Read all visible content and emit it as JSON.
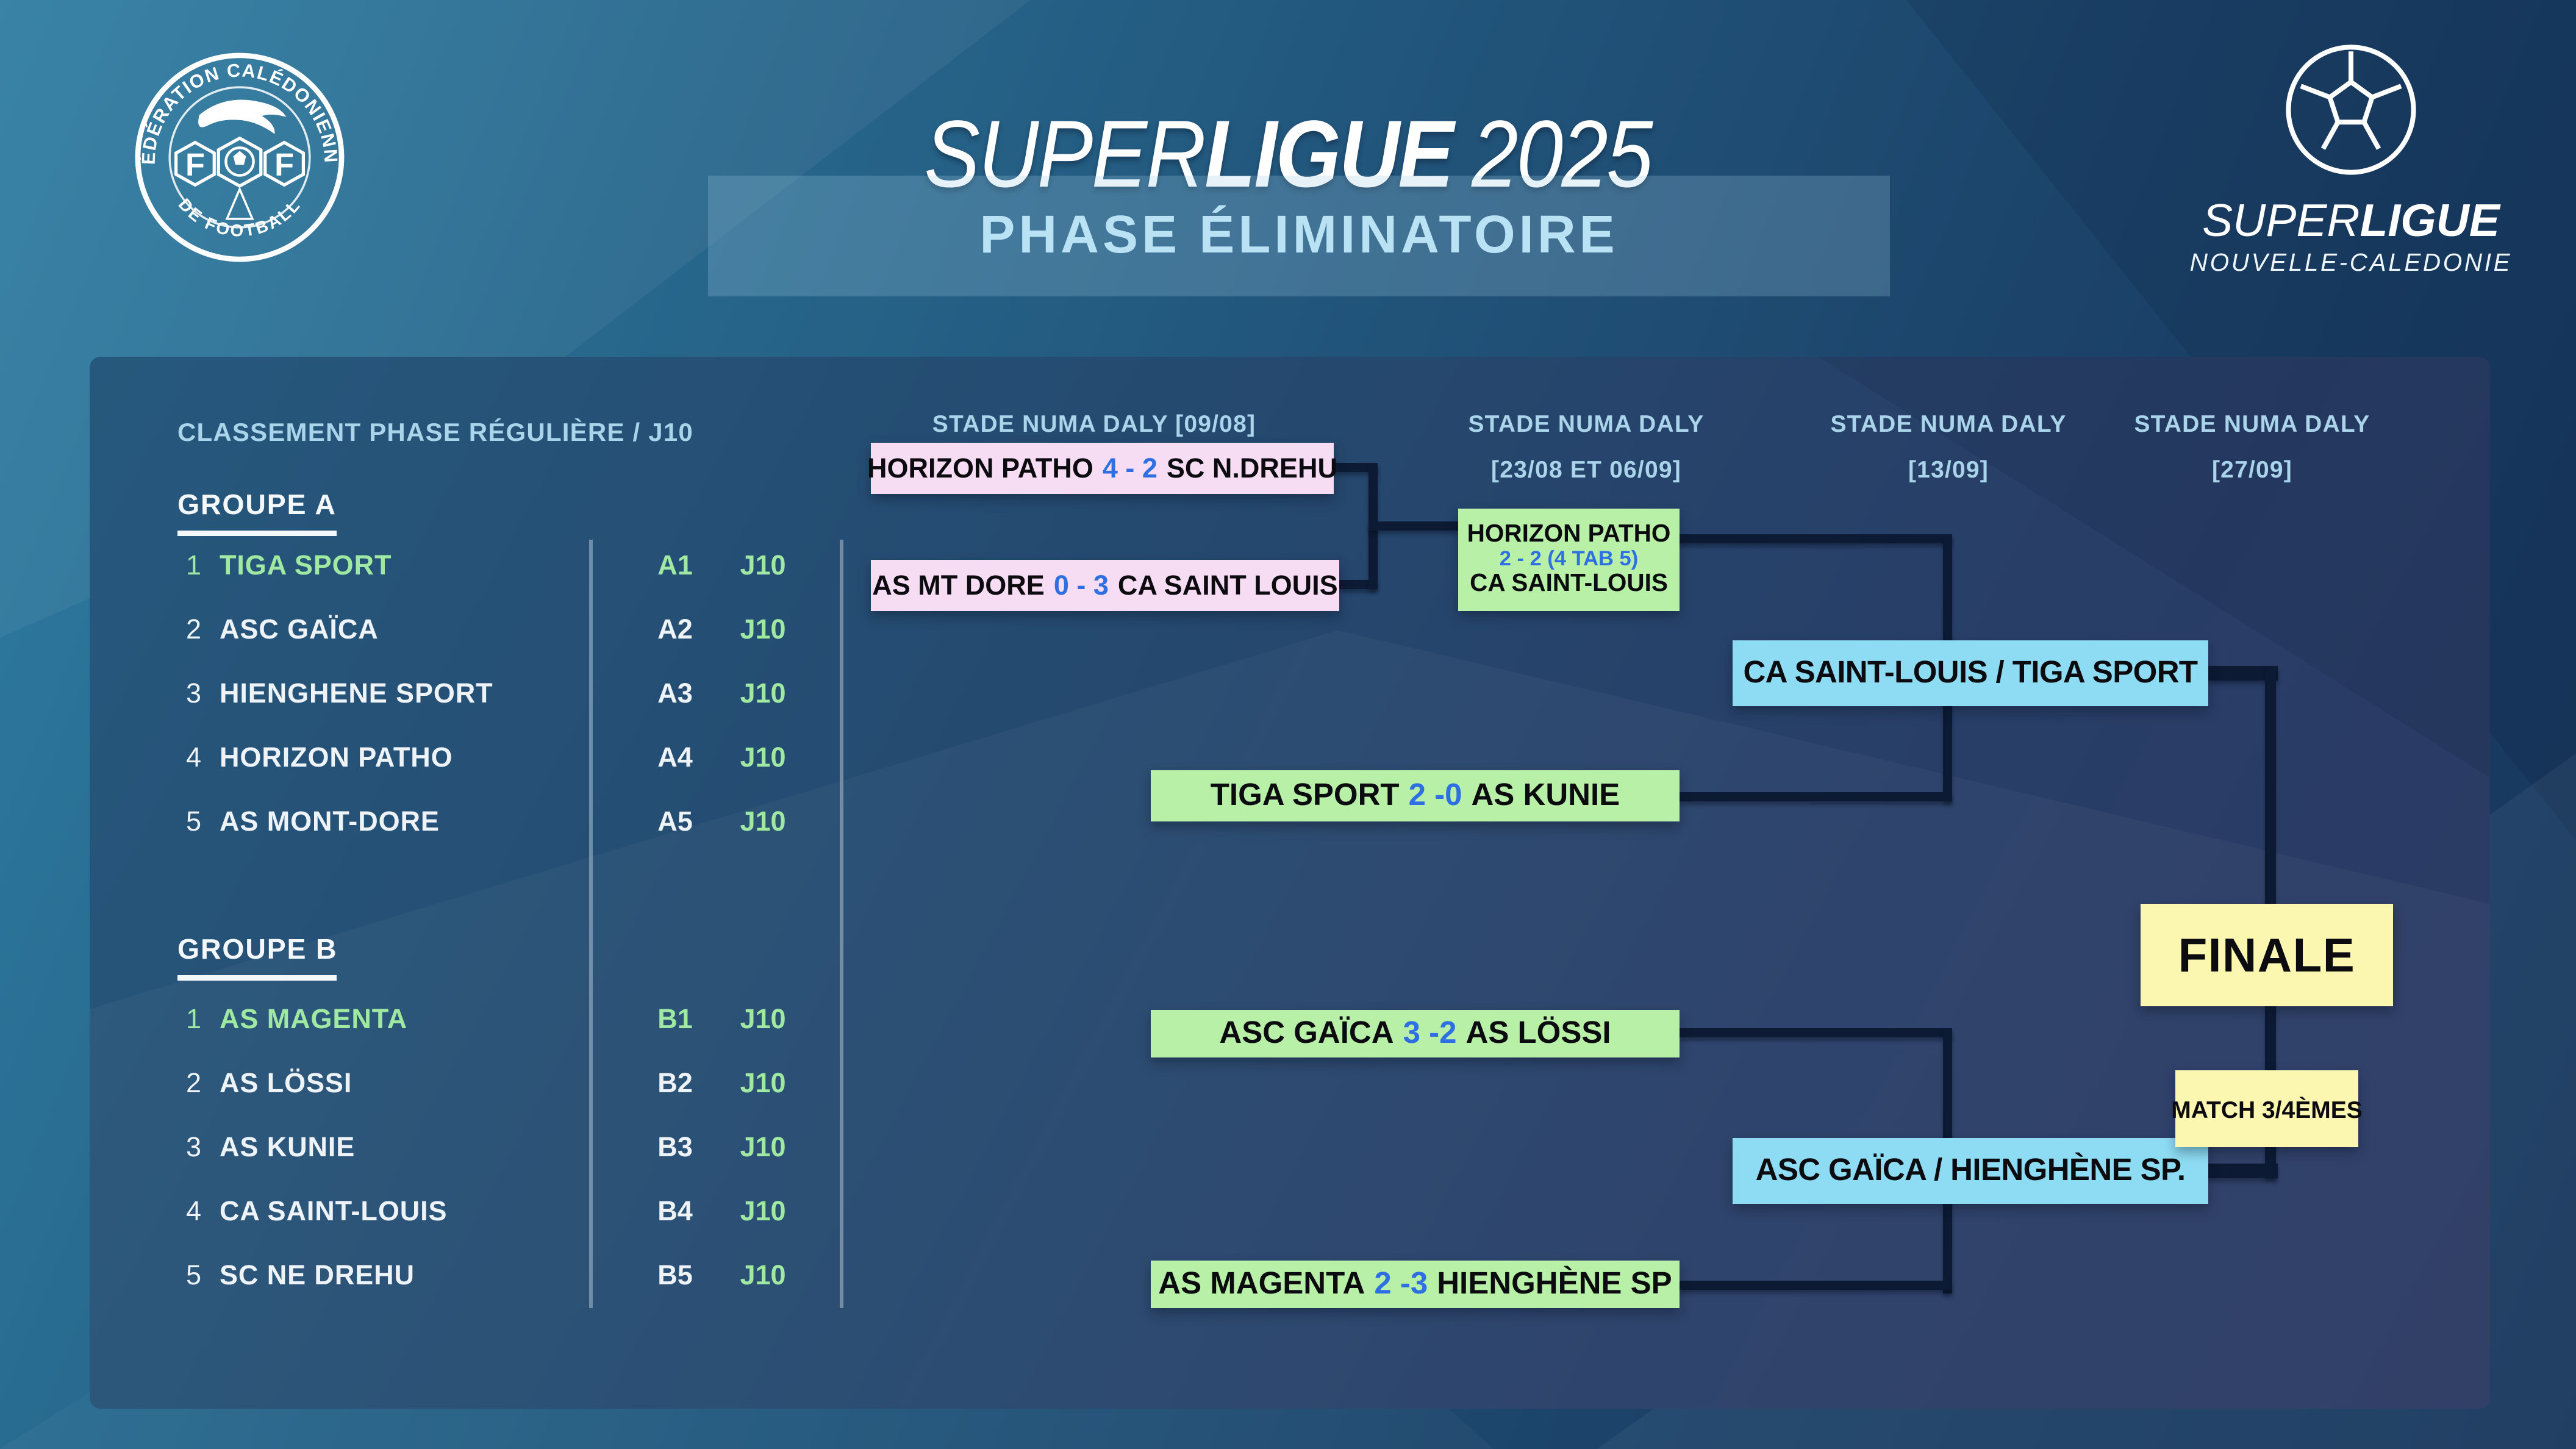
{
  "header": {
    "title": {
      "super": "SUPER",
      "ligue": "LIGUE",
      "year": "2025"
    },
    "subtitle": "PHASE ÉLIMINATOIRE",
    "fcf_logo": {
      "top": "FÉDÉRATION  CALÉDONIENNE",
      "bottom": "DE  FOOTBALL",
      "f1": "F",
      "f2": "F"
    },
    "league_logo": {
      "super": "SUPER",
      "ligue": "LIGUE",
      "region": "NOUVELLE-CALEDONIE"
    }
  },
  "standings": {
    "title": "CLASSEMENT PHASE RÉGULIÈRE / J10",
    "groups": [
      {
        "name": "GROUPE A",
        "rows": [
          {
            "rank": "1",
            "team": "TIGA SPORT",
            "seed": "A1",
            "j": "J10"
          },
          {
            "rank": "2",
            "team": "ASC GAÏCA",
            "seed": "A2",
            "j": "J10"
          },
          {
            "rank": "3",
            "team": "HIENGHENE SPORT",
            "seed": "A3",
            "j": "J10"
          },
          {
            "rank": "4",
            "team": "HORIZON PATHO",
            "seed": "A4",
            "j": "J10"
          },
          {
            "rank": "5",
            "team": "AS MONT-DORE",
            "seed": "A5",
            "j": "J10"
          }
        ]
      },
      {
        "name": "GROUPE B",
        "rows": [
          {
            "rank": "1",
            "team": "AS MAGENTA",
            "seed": "B1",
            "j": "J10"
          },
          {
            "rank": "2",
            "team": "AS LÖSSI",
            "seed": "B2",
            "j": "J10"
          },
          {
            "rank": "3",
            "team": "AS KUNIE",
            "seed": "B3",
            "j": "J10"
          },
          {
            "rank": "4",
            "team": "CA SAINT-LOUIS",
            "seed": "B4",
            "j": "J10"
          },
          {
            "rank": "5",
            "team": "SC NE DREHU",
            "seed": "B5",
            "j": "J10"
          }
        ]
      }
    ]
  },
  "bracket": {
    "venues": [
      {
        "line1": "STADE NUMA DALY [09/08]",
        "line2": ""
      },
      {
        "line1": "STADE NUMA DALY",
        "line2": "[23/08 ET 06/09]"
      },
      {
        "line1": "STADE NUMA DALY",
        "line2": "[13/09]"
      },
      {
        "line1": "STADE NUMA DALY",
        "line2": "[27/09]"
      }
    ],
    "m1": {
      "home": "HORIZON PATHO",
      "score": "4 - 2",
      "away": "SC N.DREHU"
    },
    "m2": {
      "home": "AS MT DORE",
      "score": "0 - 3",
      "away": "CA SAINT LOUIS"
    },
    "m3": {
      "home": "HORIZON PATHO",
      "score": "2 - 2 (4 TAB 5)",
      "away": "CA SAINT-LOUIS"
    },
    "m4": {
      "home": "TIGA SPORT",
      "score": "2 -0",
      "away": "AS KUNIE"
    },
    "m5": {
      "home": "ASC GAÏCA",
      "score": "3 -2",
      "away": "AS LÖSSI"
    },
    "m6": {
      "home": "AS MAGENTA",
      "score": "2 -3",
      "away": "HIENGHÈNE SP"
    },
    "semis": [
      "CA SAINT-LOUIS / TIGA SPORT",
      "ASC GAÏCA / HIENGHÈNE SP."
    ],
    "finale_label": "FINALE",
    "third_place_label": "MATCH 3/4ÈMES"
  },
  "colors": {
    "score_blue": "#2f6fe4",
    "light_blue_text": "#a9d4ea",
    "winner_green_text": "#9fe9a2",
    "pink_box": "#f6ddf4",
    "green_box": "#b7f0a6",
    "sky_box": "#8edcf3",
    "yellow_box": "#fbf7b0",
    "bracket_line": "#0c1a33"
  }
}
